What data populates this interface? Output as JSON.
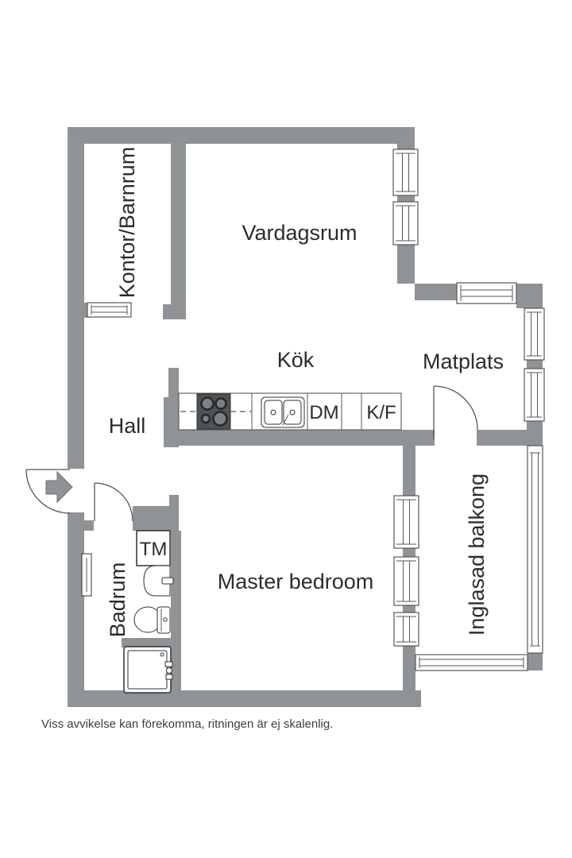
{
  "floorplan": {
    "labels": {
      "kontor_barnrum": "Kontor/Barnrum",
      "vardagsrum": "Vardagsrum",
      "kok": "Kök",
      "matplats": "Matplats",
      "hall": "Hall",
      "master_bedroom": "Master bedroom",
      "badrum": "Badrum",
      "inglasad_balkong": "Inglasad balkong",
      "washing_machine": "TM",
      "dishwasher": "DM",
      "fridge_freezer": "K/F"
    },
    "disclaimer": "Viss avvikelse kan förekomma, ritningen är ej skalenlig.",
    "colors": {
      "background": "#ffffff",
      "wall": "#8f9395",
      "line": "#54575a",
      "stove": "#4e5254",
      "text": "#2c2c2c",
      "disclaimer_text": "#3d3d3d"
    }
  }
}
